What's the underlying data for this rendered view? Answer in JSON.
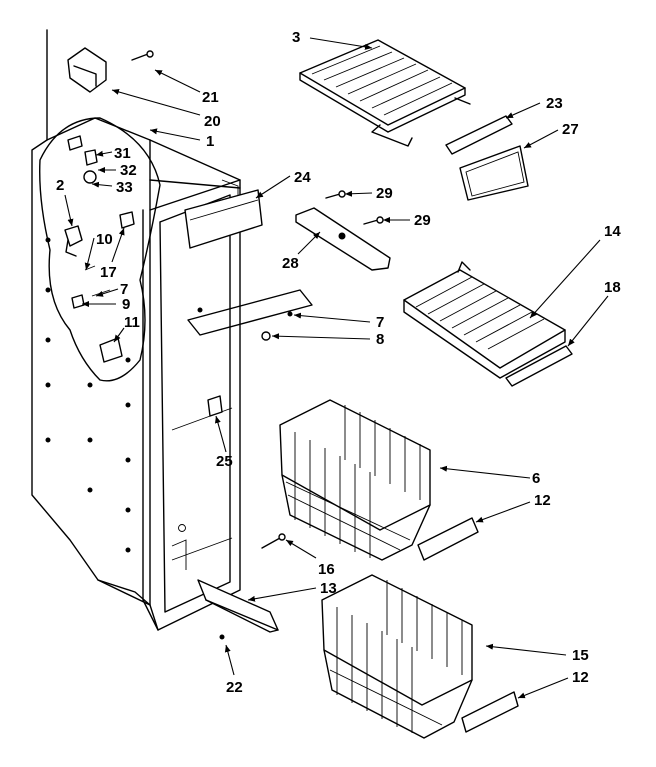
{
  "callouts": [
    {
      "id": "c1",
      "label": "1"
    },
    {
      "id": "c2",
      "label": "2"
    },
    {
      "id": "c3",
      "label": "3"
    },
    {
      "id": "c6",
      "label": "6"
    },
    {
      "id": "c7a",
      "label": "7"
    },
    {
      "id": "c7b",
      "label": "7"
    },
    {
      "id": "c8",
      "label": "8"
    },
    {
      "id": "c9",
      "label": "9"
    },
    {
      "id": "c10",
      "label": "10"
    },
    {
      "id": "c11",
      "label": "11"
    },
    {
      "id": "c12a",
      "label": "12"
    },
    {
      "id": "c12b",
      "label": "12"
    },
    {
      "id": "c13",
      "label": "13"
    },
    {
      "id": "c14",
      "label": "14"
    },
    {
      "id": "c15",
      "label": "15"
    },
    {
      "id": "c16",
      "label": "16"
    },
    {
      "id": "c17",
      "label": "17"
    },
    {
      "id": "c18",
      "label": "18"
    },
    {
      "id": "c20",
      "label": "20"
    },
    {
      "id": "c21",
      "label": "21"
    },
    {
      "id": "c22",
      "label": "22"
    },
    {
      "id": "c23",
      "label": "23"
    },
    {
      "id": "c24",
      "label": "24"
    },
    {
      "id": "c25",
      "label": "25"
    },
    {
      "id": "c27",
      "label": "27"
    },
    {
      "id": "c28",
      "label": "28"
    },
    {
      "id": "c29a",
      "label": "29"
    },
    {
      "id": "c29b",
      "label": "29"
    },
    {
      "id": "c31",
      "label": "31"
    },
    {
      "id": "c32",
      "label": "32"
    },
    {
      "id": "c33",
      "label": "33"
    }
  ]
}
